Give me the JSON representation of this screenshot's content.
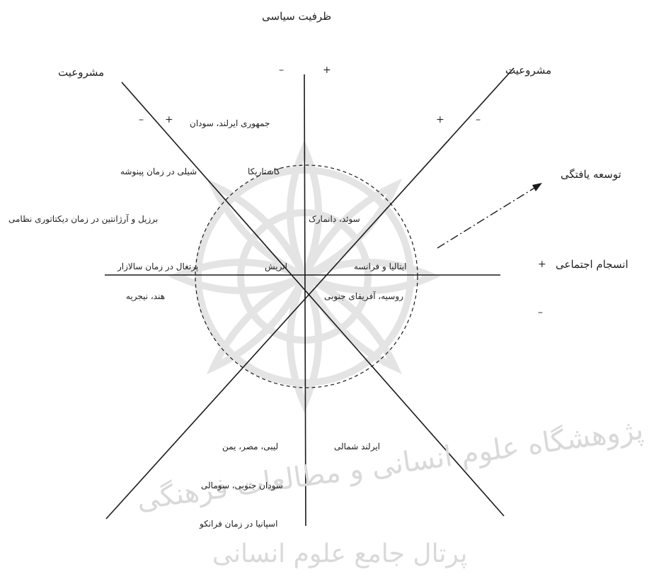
{
  "axes": {
    "vertical_title": "ظرفیت سیاسی",
    "diag_left_title": "مشروعیت",
    "diag_right_title": "مشروعیت",
    "horizontal_title": "انسجام اجتماعی",
    "arrow_label": "توسعه یافتگی"
  },
  "signs": {
    "top_minus": "–",
    "top_plus": "+",
    "left_minus": "–",
    "left_plus": "+",
    "right_plus": "+",
    "right_minus": "–",
    "horizontal_plus": "+",
    "horizontal_minus": "–"
  },
  "countries": {
    "ireland_sudan": "جمهوری ایرلند، سودان",
    "costa_rica": "کاستاریکا",
    "chile": "شیلی در زمان پینوشه",
    "brazil_argentina": "برزیل و آرژانتین در زمان دیکتاتوری نظامی",
    "sweden_denmark": "سوئد، دانمارک",
    "portugal": "پرتغال در زمان سالازار",
    "austria": "اتریش",
    "italy_france": "ایتالیا و فرانسه",
    "india_nigeria": "هند، نیجریه",
    "russia_south_africa": "روسیه، آفریقای جنوبی",
    "libya_egypt_yemen": "لیبی، مصر، یمن",
    "northern_ireland": "ایرلند شمالی",
    "south_sudan_somalia": "سودان جنوبی، سومالی",
    "spain_franco": "اسپانیا در زمان فرانکو"
  },
  "watermark": {
    "line1": "پژوهشگاه علوم انسانی و مطالعات فرهنگی",
    "line2": "پرتال جامع علوم انسانی"
  },
  "colors": {
    "line": "#1a1a1a",
    "text": "#222222",
    "watermark": "#d9d9d9"
  }
}
